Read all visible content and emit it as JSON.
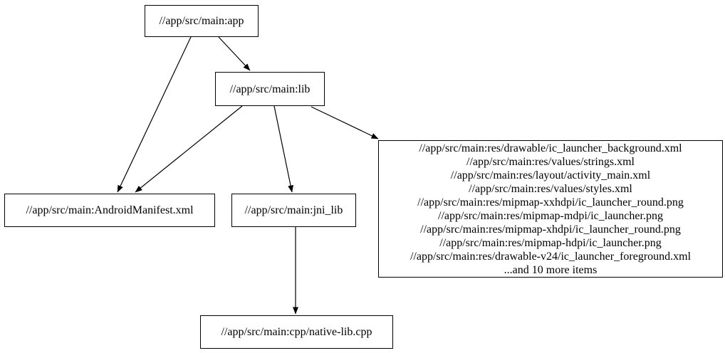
{
  "graph": {
    "type": "directed-dependency-graph",
    "background_color": "#ffffff",
    "node_border_color": "#000000",
    "node_fill_color": "#ffffff",
    "edge_color": "#000000",
    "text_color": "#000000",
    "nodes": {
      "app": {
        "label": "//app/src/main:app"
      },
      "lib": {
        "label": "//app/src/main:lib"
      },
      "manifest": {
        "label": "//app/src/main:AndroidManifest.xml"
      },
      "jni_lib": {
        "label": "//app/src/main:jni_lib"
      },
      "native_lib": {
        "label": "//app/src/main:cpp/native-lib.cpp"
      },
      "res_group": {
        "lines": [
          "//app/src/main:res/drawable/ic_launcher_background.xml",
          "//app/src/main:res/values/strings.xml",
          "//app/src/main:res/layout/activity_main.xml",
          "//app/src/main:res/values/styles.xml",
          "//app/src/main:res/mipmap-xxhdpi/ic_launcher_round.png",
          "//app/src/main:res/mipmap-mdpi/ic_launcher.png",
          "//app/src/main:res/mipmap-xhdpi/ic_launcher_round.png",
          "//app/src/main:res/mipmap-hdpi/ic_launcher.png",
          "//app/src/main:res/drawable-v24/ic_launcher_foreground.xml",
          "...and 10 more items"
        ]
      }
    },
    "edges": [
      {
        "from": "app",
        "to": "lib"
      },
      {
        "from": "app",
        "to": "manifest"
      },
      {
        "from": "lib",
        "to": "manifest"
      },
      {
        "from": "lib",
        "to": "jni_lib"
      },
      {
        "from": "lib",
        "to": "res_group"
      },
      {
        "from": "jni_lib",
        "to": "native_lib"
      }
    ]
  }
}
